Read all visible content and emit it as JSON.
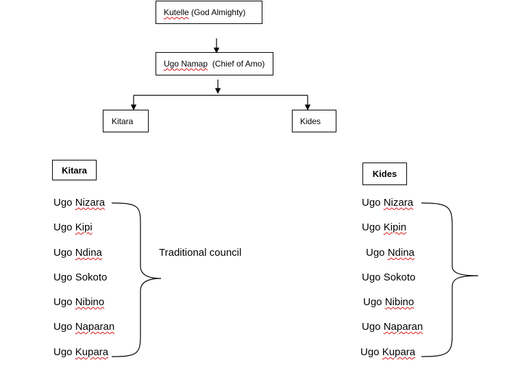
{
  "hierarchy": {
    "top": {
      "word": "Kutelle",
      "rest": " (God Almighty)"
    },
    "chief": {
      "word": "Ugo Namap",
      "rest": "  (Chief of Amo)"
    },
    "branch_left": "Kitara",
    "branch_right": "Kides"
  },
  "left_group": {
    "title": "Kitara",
    "members": [
      {
        "prefix": "Ugo ",
        "name": "Nizara"
      },
      {
        "prefix": "Ugo ",
        "name": "Kipi"
      },
      {
        "prefix": "Ugo ",
        "name": "Ndina"
      },
      {
        "prefix": "Ugo ",
        "name": "Sokoto"
      },
      {
        "prefix": "Ugo ",
        "name": "Nibino"
      },
      {
        "prefix": "Ugo ",
        "name": "Naparan"
      },
      {
        "prefix": "Ugo ",
        "name": "Kupara"
      }
    ]
  },
  "brace_label": "Traditional council",
  "right_group": {
    "title": "Kides",
    "members": [
      {
        "prefix": "Ugo ",
        "name": "Nizara"
      },
      {
        "prefix": "Ugo ",
        "name": "Kipin"
      },
      {
        "prefix": "Ugo ",
        "name": "Ndina"
      },
      {
        "prefix": "Ugo ",
        "name": "Sokoto"
      },
      {
        "prefix": "Ugo ",
        "name": "Nibino"
      },
      {
        "prefix": "Ugo ",
        "name": "Naparan"
      },
      {
        "prefix": "Ugo ",
        "name": "Kupara"
      }
    ]
  }
}
